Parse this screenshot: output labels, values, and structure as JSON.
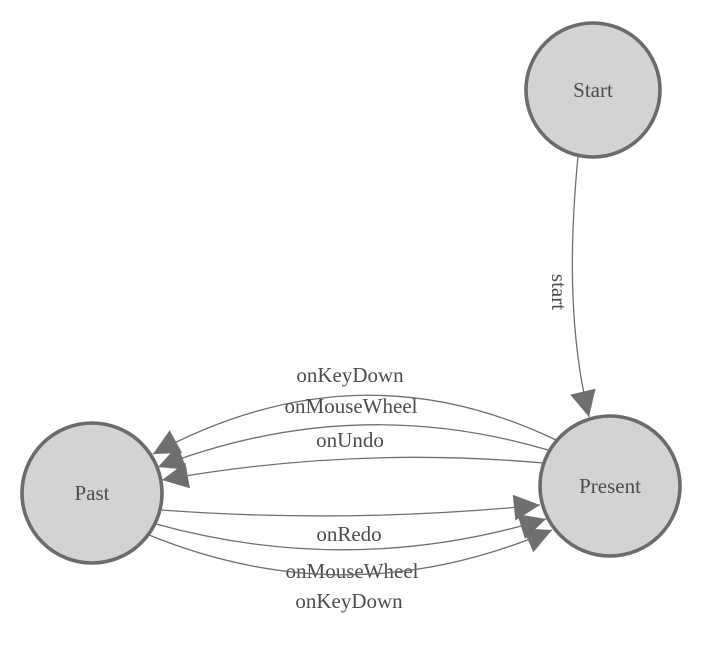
{
  "diagram": {
    "type": "state-machine",
    "colors": {
      "background": "#ffffff",
      "node_fill": "#d3d3d3",
      "node_border": "#6b6b6b",
      "edge_stroke": "#6f6f6f",
      "arrow_fill": "#6f6f6f",
      "text": "#4c4c50"
    },
    "nodes": [
      {
        "id": "start",
        "label": "Start"
      },
      {
        "id": "present",
        "label": "Present"
      },
      {
        "id": "past",
        "label": "Past"
      }
    ],
    "edges": [
      {
        "from": "Start",
        "to": "Present",
        "label": "start"
      },
      {
        "from": "Present",
        "to": "Past",
        "label": "onKeyDown"
      },
      {
        "from": "Present",
        "to": "Past",
        "label": "onMouseWheel"
      },
      {
        "from": "Present",
        "to": "Past",
        "label": "onUndo"
      },
      {
        "from": "Past",
        "to": "Present",
        "label": "onRedo"
      },
      {
        "from": "Past",
        "to": "Present",
        "label": "onMouseWheel"
      },
      {
        "from": "Past",
        "to": "Present",
        "label": "onKeyDown"
      }
    ]
  }
}
